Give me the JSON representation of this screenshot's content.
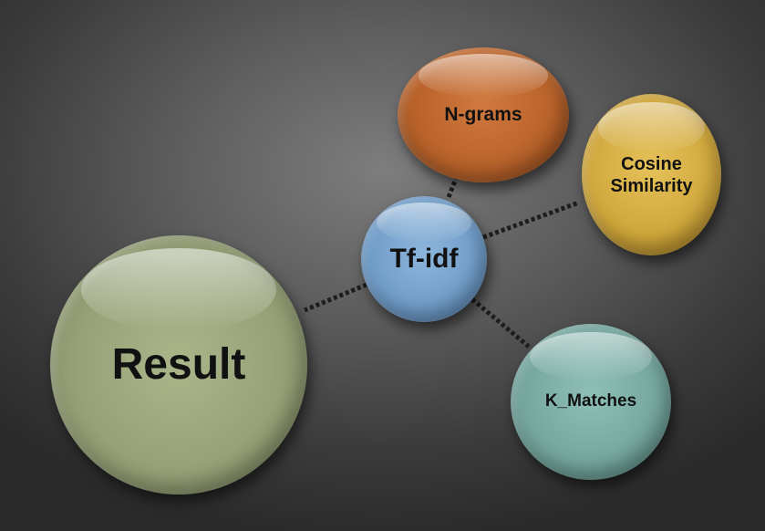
{
  "nodes": {
    "ngrams": {
      "label": "N-grams"
    },
    "cosine": {
      "label_line1": "Cosine",
      "label_line2": "Similarity"
    },
    "tfidf": {
      "label": "Tf-idf"
    },
    "result": {
      "label": "Result"
    },
    "kmatches": {
      "label": "K_Matches"
    }
  },
  "connectors": [
    {
      "from": "tfidf",
      "to": "ngrams"
    },
    {
      "from": "tfidf",
      "to": "cosine"
    },
    {
      "from": "tfidf",
      "to": "result"
    },
    {
      "from": "tfidf",
      "to": "kmatches"
    }
  ],
  "colors": {
    "background": "#555555",
    "connector": "#1e1e1e",
    "ngrams": "#b8622a",
    "cosine": "#cfa63b",
    "tfidf": "#6f9cc8",
    "result": "#97a278",
    "kmatches": "#74a69e"
  }
}
